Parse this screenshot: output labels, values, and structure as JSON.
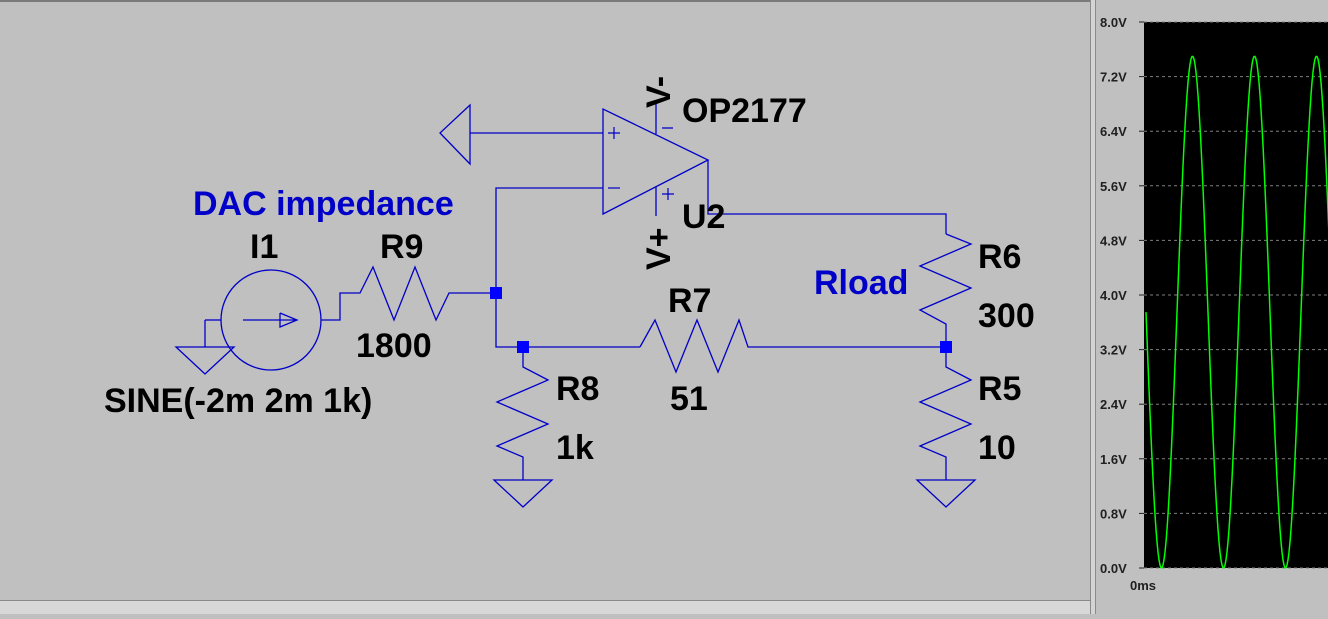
{
  "schematic": {
    "source": {
      "name": "I1",
      "value": "SINE(-2m 2m 1k)"
    },
    "opamp": {
      "model": "OP2177",
      "name": "U2",
      "vminus": "V-",
      "vplus": "V+",
      "plus": "+",
      "minus": "−"
    },
    "annotations": {
      "dac_impedance": "DAC impedance",
      "rload": "Rload"
    },
    "resistors": [
      {
        "name": "R9",
        "value": "1800"
      },
      {
        "name": "R8",
        "value": "1k"
      },
      {
        "name": "R7",
        "value": "51"
      },
      {
        "name": "R6",
        "value": "300"
      },
      {
        "name": "R5",
        "value": "10"
      }
    ]
  },
  "colors": {
    "background": "#c0c0c0",
    "wire": "#0000c8",
    "junction": "#0000ff",
    "plot_bg": "#000000",
    "trace": "#00ff00",
    "grid": "#7f7f7f"
  },
  "chart_data": {
    "type": "line",
    "xlabel": "",
    "ylabel": "",
    "x_tick_labels": [
      "0ms"
    ],
    "y_tick_labels": [
      "8.0V",
      "7.2V",
      "6.4V",
      "5.6V",
      "4.8V",
      "4.0V",
      "3.2V",
      "2.4V",
      "1.6V",
      "0.8V",
      "0.0V"
    ],
    "ylim": [
      0,
      8
    ],
    "series": [
      {
        "shape": "sine",
        "min": 0.0,
        "max": 7.5,
        "start_value": 3.75,
        "cycles_visible": 3
      }
    ]
  }
}
